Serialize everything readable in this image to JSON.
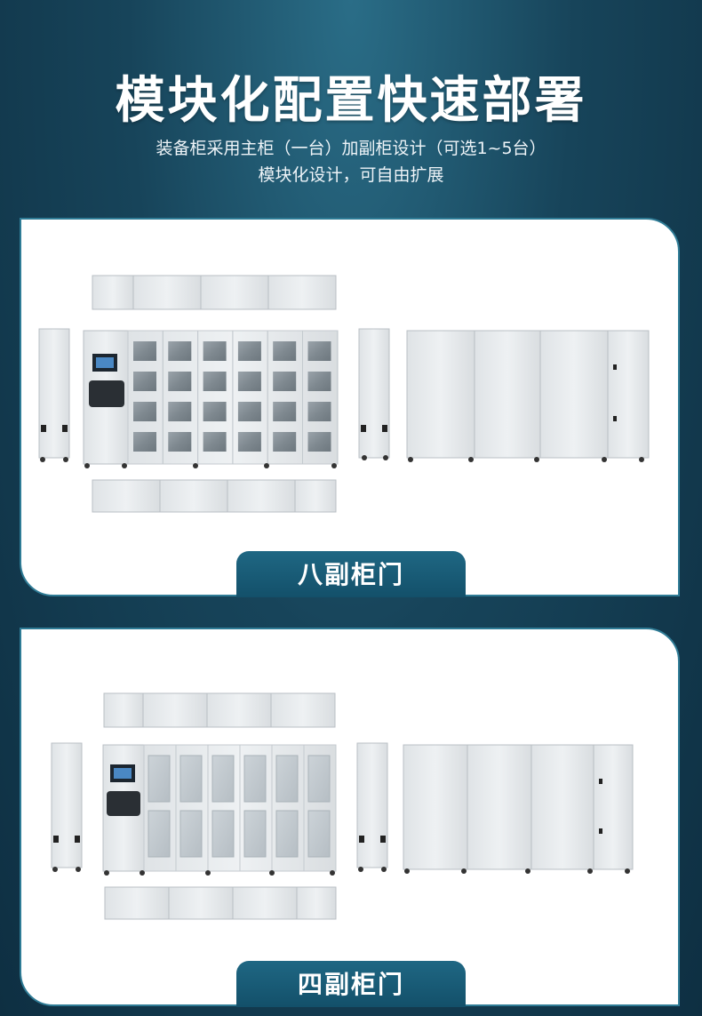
{
  "header": {
    "title": "模块化配置快速部署",
    "subtitle_line1": "装备柜采用主柜（一台）加副柜设计（可选1~5台）",
    "subtitle_line2": "模块化设计，可自由扩展"
  },
  "panels": [
    {
      "label": "八副柜门",
      "door_style": "eight"
    },
    {
      "label": "四副柜门",
      "door_style": "four"
    }
  ],
  "colors": {
    "background": "#17445a",
    "panel_border": "#2f7c96",
    "tab": "#1a5d78",
    "cabinet": "#e8ecef"
  }
}
